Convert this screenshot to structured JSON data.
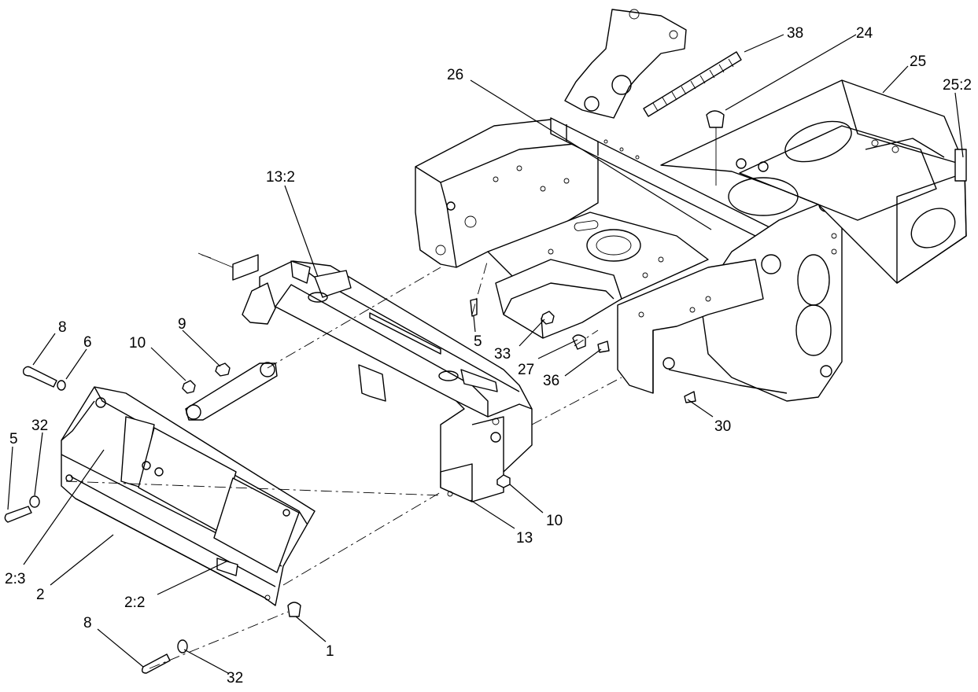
{
  "callouts": [
    {
      "id": "c38",
      "text": "38"
    },
    {
      "id": "c24",
      "text": "24"
    },
    {
      "id": "c25",
      "text": "25"
    },
    {
      "id": "c26",
      "text": "26"
    },
    {
      "id": "c25-2",
      "text": "25:2"
    },
    {
      "id": "c13-2",
      "text": "13:2"
    },
    {
      "id": "c8a",
      "text": "8"
    },
    {
      "id": "c6",
      "text": "6"
    },
    {
      "id": "c10a",
      "text": "10"
    },
    {
      "id": "c9",
      "text": "9"
    },
    {
      "id": "c5a",
      "text": "5"
    },
    {
      "id": "c33",
      "text": "33"
    },
    {
      "id": "c27",
      "text": "27"
    },
    {
      "id": "c36",
      "text": "36"
    },
    {
      "id": "c30",
      "text": "30"
    },
    {
      "id": "c5b",
      "text": "5"
    },
    {
      "id": "c32a",
      "text": "32"
    },
    {
      "id": "c10b",
      "text": "10"
    },
    {
      "id": "c13",
      "text": "13"
    },
    {
      "id": "c2-3",
      "text": "2:3"
    },
    {
      "id": "c2",
      "text": "2"
    },
    {
      "id": "c2-2",
      "text": "2:2"
    },
    {
      "id": "c1",
      "text": "1"
    },
    {
      "id": "c8b",
      "text": "8"
    },
    {
      "id": "c32b",
      "text": "32"
    }
  ]
}
